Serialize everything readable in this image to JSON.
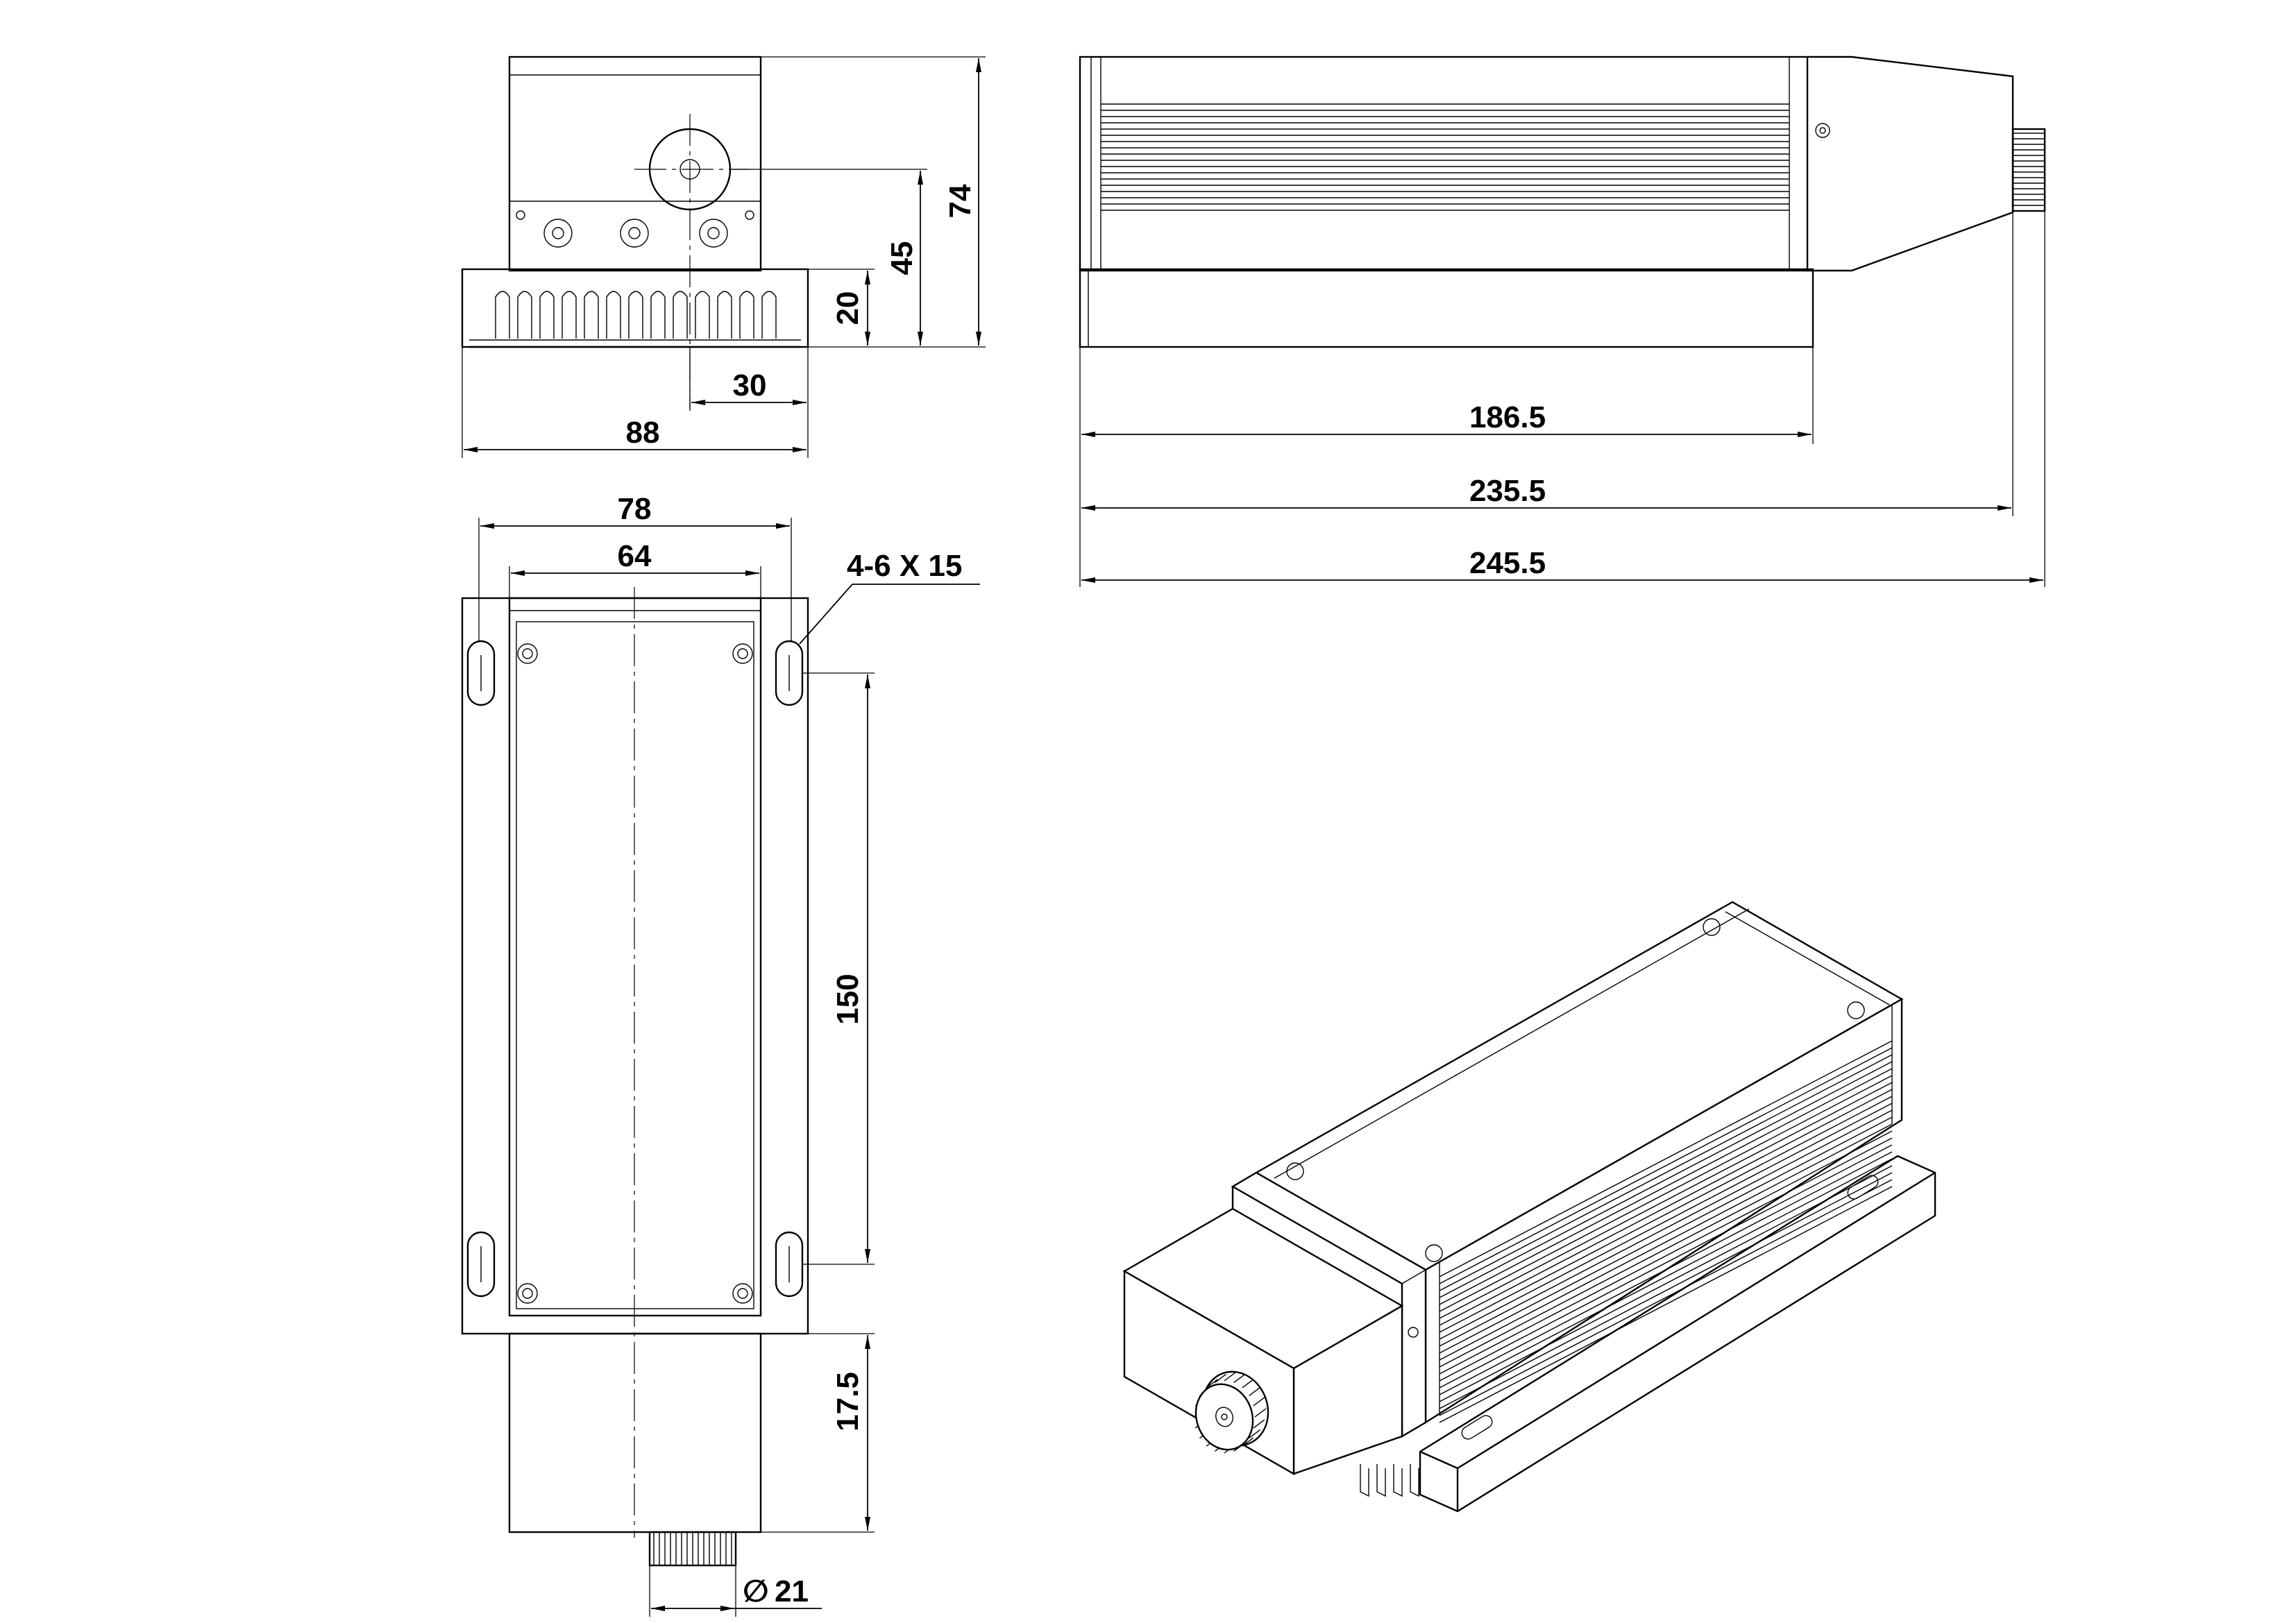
{
  "dimensions": {
    "front_height_total": "74",
    "front_height_axis": "45",
    "front_height_base": "20",
    "front_axis_offset": "30",
    "front_width": "88",
    "top_width_outer": "78",
    "top_width_inner": "64",
    "slot_spec": "4-6 X 15",
    "slot_spacing": "150",
    "nose_length": "17.5",
    "knob_diameter": "21",
    "side_body_length": "186.5",
    "side_length_to_nose": "235.5",
    "side_length_overall": "245.5"
  },
  "symbols": {
    "diameter": "∅"
  }
}
